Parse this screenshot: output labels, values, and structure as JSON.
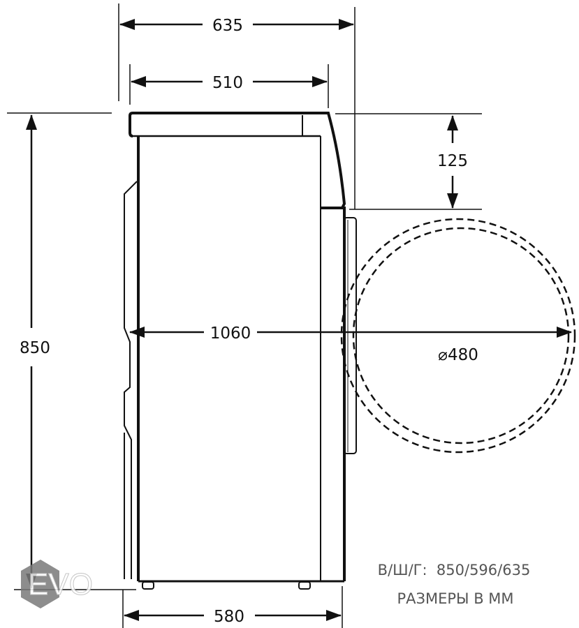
{
  "dimensions": {
    "depth_total": "635",
    "depth_body": "510",
    "panel_step": "125",
    "height": "850",
    "depth_door_open": "1060",
    "door_diameter": "⌀480",
    "base_depth": "580"
  },
  "notes": {
    "hwd": "В/Ш/Г:  850/596/635",
    "units": "РАЗМЕРЫ В ММ"
  },
  "watermark": {
    "logo_text": "EVO"
  },
  "colors": {
    "line": "#111111",
    "note_text": "#555555",
    "logo_hex": "#7a7a7a"
  }
}
